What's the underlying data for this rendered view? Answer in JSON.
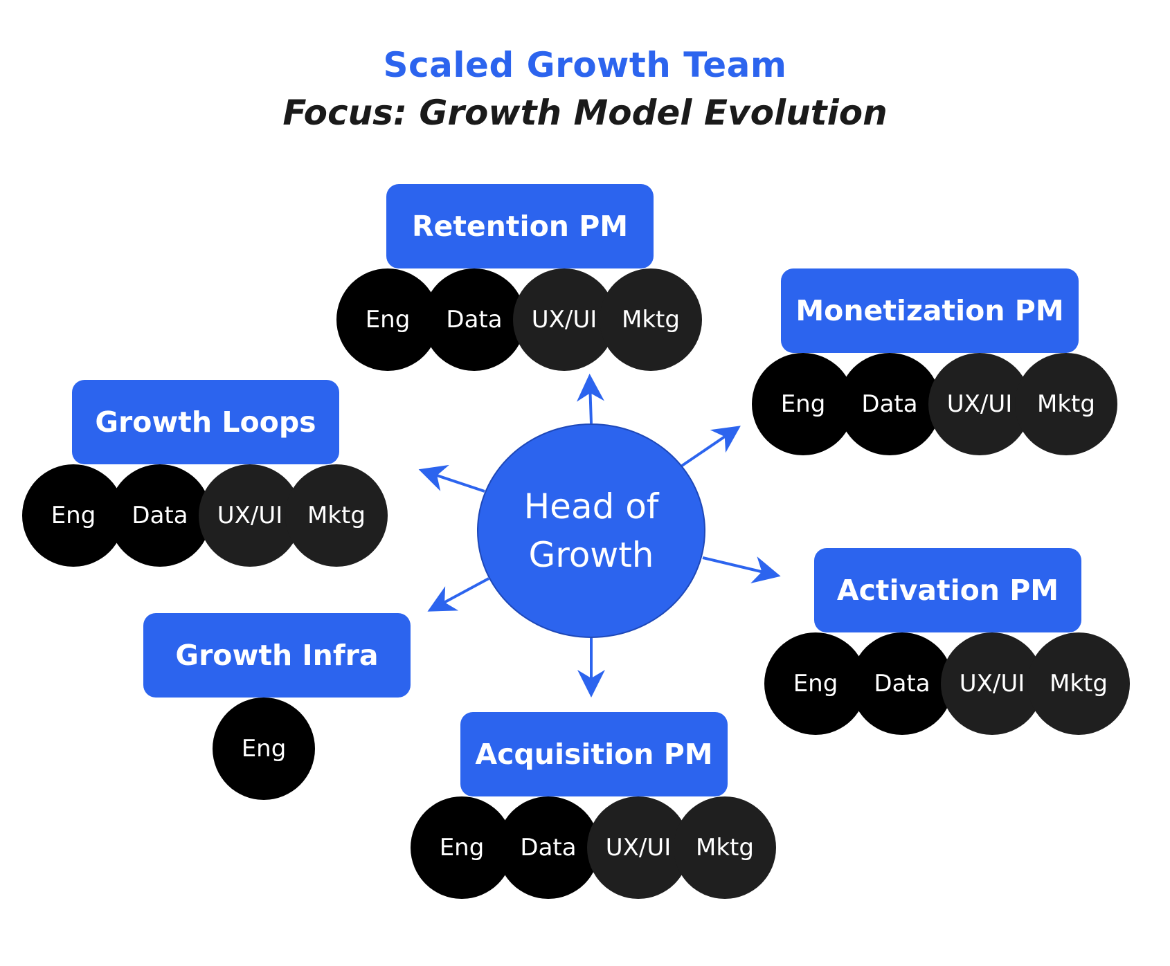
{
  "title": "Scaled Growth Team",
  "subtitle": "Focus: Growth Model Evolution",
  "hub": {
    "label_line1": "Head of",
    "label_line2": "Growth"
  },
  "colors": {
    "accent": "#2c64ee",
    "member_dark": "#000000",
    "member_gray": "#1f1f1f",
    "subtitle": "#1a1a1a"
  },
  "teams": {
    "retention": {
      "label": "Retention PM",
      "members": [
        "Eng",
        "Data",
        "UX/UI",
        "Mktg"
      ]
    },
    "monetization": {
      "label": "Monetization PM",
      "members": [
        "Eng",
        "Data",
        "UX/UI",
        "Mktg"
      ]
    },
    "growth_loops": {
      "label": "Growth Loops",
      "members": [
        "Eng",
        "Data",
        "UX/UI",
        "Mktg"
      ]
    },
    "activation": {
      "label": "Activation PM",
      "members": [
        "Eng",
        "Data",
        "UX/UI",
        "Mktg"
      ]
    },
    "growth_infra": {
      "label": "Growth Infra",
      "members": [
        "Eng"
      ]
    },
    "acquisition": {
      "label": "Acquisition PM",
      "members": [
        "Eng",
        "Data",
        "UX/UI",
        "Mktg"
      ]
    }
  }
}
